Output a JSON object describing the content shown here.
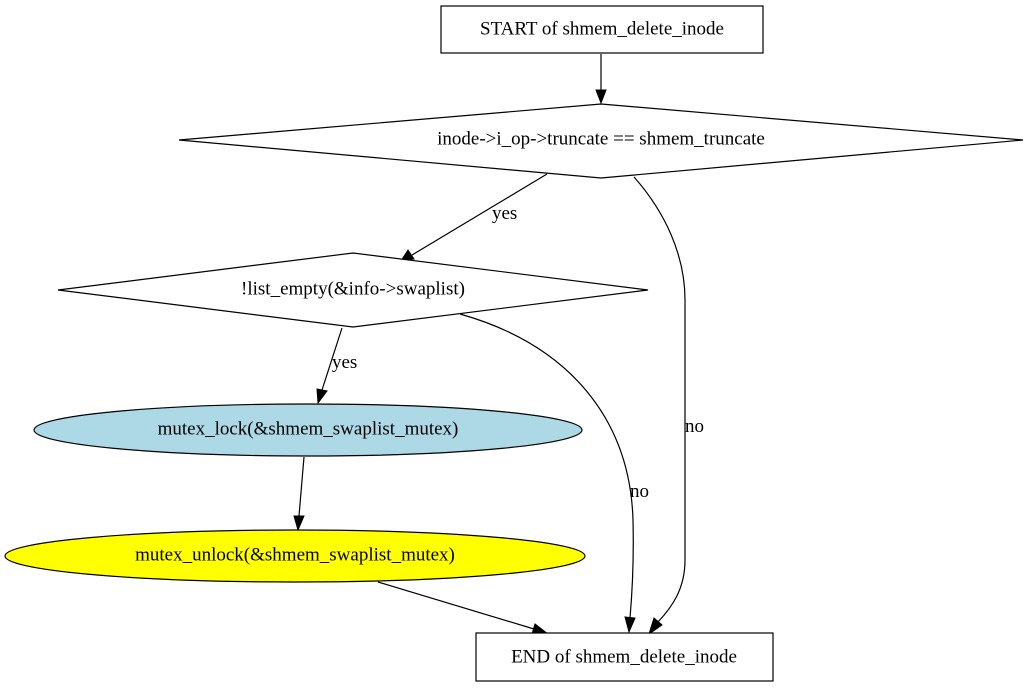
{
  "diagram": {
    "nodes": {
      "start": {
        "label": "START of shmem_delete_inode",
        "shape": "box",
        "fill": "#ffffff"
      },
      "cond_truncate": {
        "label": "inode->i_op->truncate == shmem_truncate",
        "shape": "diamond",
        "fill": "#ffffff"
      },
      "cond_swaplist": {
        "label": "!list_empty(&info->swaplist)",
        "shape": "diamond",
        "fill": "#ffffff"
      },
      "mutex_lock": {
        "label": "mutex_lock(&shmem_swaplist_mutex)",
        "shape": "ellipse",
        "fill": "#add8e6"
      },
      "mutex_unlock": {
        "label": "mutex_unlock(&shmem_swaplist_mutex)",
        "shape": "ellipse",
        "fill": "#ffff00"
      },
      "end": {
        "label": "END of shmem_delete_inode",
        "shape": "box",
        "fill": "#ffffff"
      }
    },
    "edges": {
      "start_to_truncate": {
        "from": "start",
        "to": "cond_truncate",
        "label": ""
      },
      "truncate_yes": {
        "from": "cond_truncate",
        "to": "cond_swaplist",
        "label": "yes"
      },
      "truncate_no": {
        "from": "cond_truncate",
        "to": "end",
        "label": "no"
      },
      "swaplist_yes": {
        "from": "cond_swaplist",
        "to": "mutex_lock",
        "label": "yes"
      },
      "swaplist_no": {
        "from": "cond_swaplist",
        "to": "end",
        "label": "no"
      },
      "lock_to_unlock": {
        "from": "mutex_lock",
        "to": "mutex_unlock",
        "label": ""
      },
      "unlock_to_end": {
        "from": "mutex_unlock",
        "to": "end",
        "label": ""
      }
    }
  }
}
